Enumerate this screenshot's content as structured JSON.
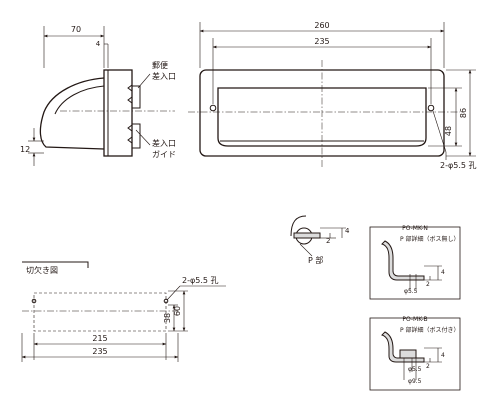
{
  "side_view": {
    "dim_depth": "70",
    "dim_flange": "4",
    "dim_lip": "12",
    "label_mail_slot_l1": "郵便",
    "label_mail_slot_l2": "差入口",
    "label_guide_l1": "差入口",
    "label_guide_l2": "ガイド"
  },
  "front_view": {
    "dim_overall_width": "260",
    "dim_hole_pitch": "235",
    "dim_height": "86",
    "dim_opening": "48",
    "hole_callout": "2-φ5.5 孔"
  },
  "cutout": {
    "title": "切欠き図",
    "hole_callout": "2-φ5.5 孔",
    "dim_height": "60",
    "dim_offset": "38",
    "dim_width": "215",
    "dim_pitch": "235"
  },
  "p_part": {
    "label": "P 部",
    "dim_a": "4",
    "dim_b": "2"
  },
  "detail_n": {
    "model": "PO-MK-N",
    "caption": "P 部詳細（ボス無し）",
    "dim_a": "4",
    "dim_b": "2",
    "dim_hole": "φ5.5"
  },
  "detail_b": {
    "model": "PO-MK-B",
    "caption": "P 部詳細（ボス付き）",
    "dim_a": "4",
    "dim_b": "2",
    "dim_hole": "φ5.5",
    "dim_boss": "φ9.5"
  }
}
